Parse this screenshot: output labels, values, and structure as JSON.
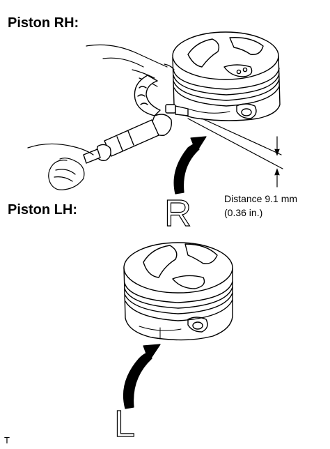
{
  "headings": {
    "piston_rh": "Piston RH:",
    "piston_lh": "Piston LH:"
  },
  "measurement": {
    "distance_line": "Distance 9.1 mm",
    "inch_line": "(0.36 in.)"
  },
  "markers": {
    "right": "R",
    "left": "L"
  },
  "corner_mark": "T"
}
